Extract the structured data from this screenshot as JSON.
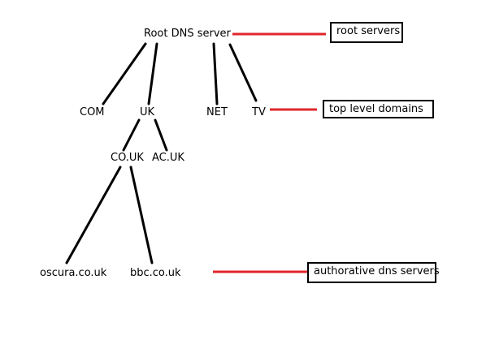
{
  "nodes": {
    "root": "Root DNS server",
    "com": "COM",
    "uk": "UK",
    "net": "NET",
    "tv": "TV",
    "co_uk": "CO.UK",
    "ac_uk": "AC.UK",
    "oscura": "oscura.co.uk",
    "bbc": "bbc.co.uk"
  },
  "labels": {
    "root_servers": "root servers",
    "top_level_domains": "top level domains",
    "authorative_dns_servers": "authorative dns servers"
  },
  "colors": {
    "edge": "#000000",
    "pointer": "#e0262b",
    "box_border": "#000000",
    "text": "#000000"
  }
}
